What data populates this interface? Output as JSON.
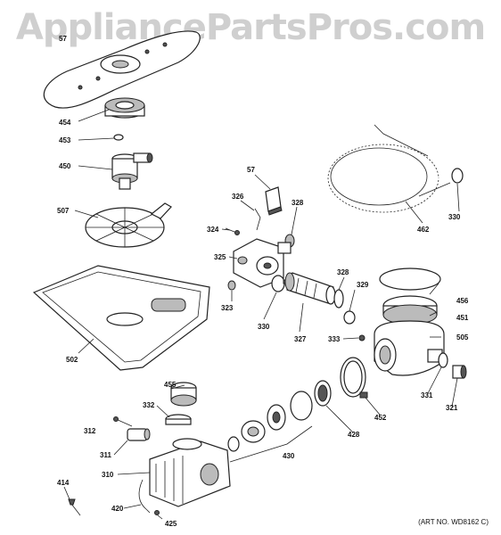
{
  "watermark": "AppliancePartsPros.com",
  "art_number": "(ART NO. WD8162 C)",
  "callouts": [
    {
      "id": "57a",
      "text": "57"
    },
    {
      "id": "454",
      "text": "454"
    },
    {
      "id": "453",
      "text": "453"
    },
    {
      "id": "450",
      "text": "450"
    },
    {
      "id": "507",
      "text": "507"
    },
    {
      "id": "502",
      "text": "502"
    },
    {
      "id": "57b",
      "text": "57"
    },
    {
      "id": "326",
      "text": "326"
    },
    {
      "id": "328a",
      "text": "328"
    },
    {
      "id": "324",
      "text": "324"
    },
    {
      "id": "325",
      "text": "325"
    },
    {
      "id": "323",
      "text": "323"
    },
    {
      "id": "330a",
      "text": "330"
    },
    {
      "id": "328b",
      "text": "328"
    },
    {
      "id": "329",
      "text": "329"
    },
    {
      "id": "327",
      "text": "327"
    },
    {
      "id": "333",
      "text": "333"
    },
    {
      "id": "462",
      "text": "462"
    },
    {
      "id": "330b",
      "text": "330"
    },
    {
      "id": "456",
      "text": "456"
    },
    {
      "id": "451",
      "text": "451"
    },
    {
      "id": "505",
      "text": "505"
    },
    {
      "id": "331",
      "text": "331"
    },
    {
      "id": "321",
      "text": "321"
    },
    {
      "id": "452",
      "text": "452"
    },
    {
      "id": "428",
      "text": "428"
    },
    {
      "id": "430",
      "text": "430"
    },
    {
      "id": "455",
      "text": "455"
    },
    {
      "id": "332",
      "text": "332"
    },
    {
      "id": "312",
      "text": "312"
    },
    {
      "id": "311",
      "text": "311"
    },
    {
      "id": "310",
      "text": "310"
    },
    {
      "id": "414",
      "text": "414"
    },
    {
      "id": "420",
      "text": "420"
    },
    {
      "id": "425",
      "text": "425"
    }
  ]
}
